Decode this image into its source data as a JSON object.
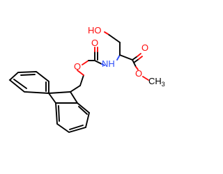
{
  "molecule": {
    "atoms": {
      "hydroxyl": "HO",
      "amine": "NH",
      "carbamate_ether_o": "O",
      "carbamate_carbonyl_o": "O",
      "ester_carbonyl_o": "O",
      "ester_o": "O",
      "methyl": "CH",
      "methyl_sub": "3"
    },
    "colors": {
      "carbon_bond": "#000000",
      "oxygen": "#ff0d0d",
      "nitrogen": "#3050f8",
      "background": "#ffffff"
    }
  }
}
